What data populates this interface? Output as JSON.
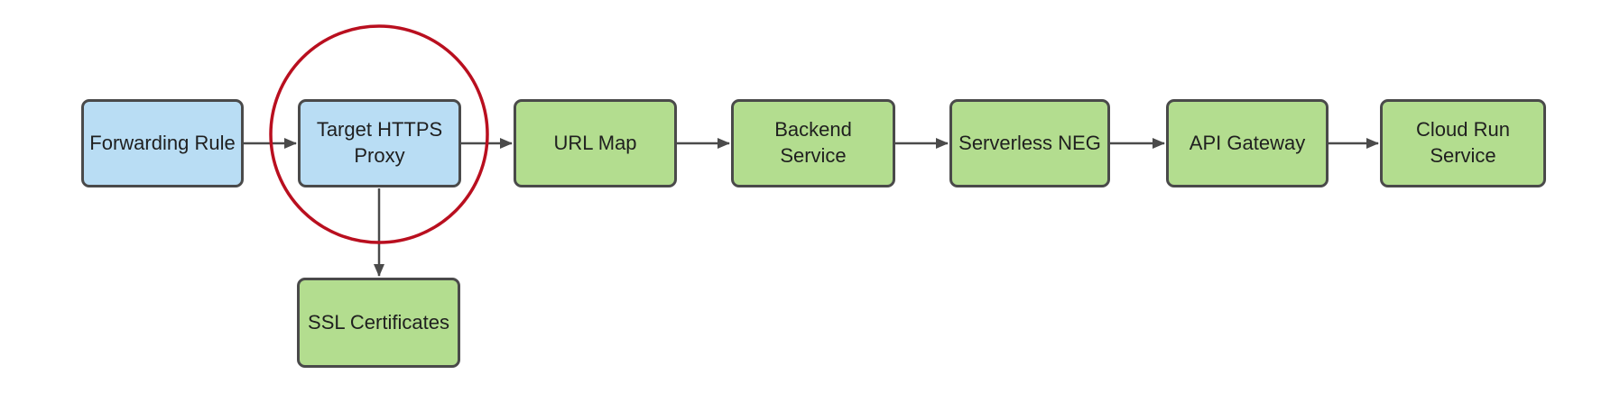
{
  "diagram": {
    "type": "flowchart",
    "background": "#ffffff",
    "colors": {
      "blue_fill": "#b9ddf4",
      "green_fill": "#b3dd8f",
      "stroke": "#4a4a4a",
      "line": "#4a4a4a",
      "highlight_ring": "#b90f1f",
      "text": "#1f1f1f"
    },
    "nodes": [
      {
        "id": "forwarding-rule",
        "label": "Forwarding Rule",
        "fill": "blue"
      },
      {
        "id": "target-https-proxy",
        "label": "Target HTTPS\nProxy",
        "fill": "blue",
        "highlighted": true
      },
      {
        "id": "url-map",
        "label": "URL Map",
        "fill": "green"
      },
      {
        "id": "backend-service",
        "label": "Backend Service",
        "fill": "green"
      },
      {
        "id": "serverless-neg",
        "label": "Serverless NEG",
        "fill": "green"
      },
      {
        "id": "api-gateway",
        "label": "API Gateway",
        "fill": "green"
      },
      {
        "id": "cloud-run-service",
        "label": "Cloud Run\nService",
        "fill": "green"
      },
      {
        "id": "ssl-certificates",
        "label": "SSL Certificates",
        "fill": "green"
      }
    ],
    "edges": [
      {
        "from": "forwarding-rule",
        "to": "target-https-proxy"
      },
      {
        "from": "target-https-proxy",
        "to": "url-map"
      },
      {
        "from": "url-map",
        "to": "backend-service"
      },
      {
        "from": "backend-service",
        "to": "serverless-neg"
      },
      {
        "from": "serverless-neg",
        "to": "api-gateway"
      },
      {
        "from": "api-gateway",
        "to": "cloud-run-service"
      },
      {
        "from": "target-https-proxy",
        "to": "ssl-certificates"
      }
    ],
    "annotations": [
      {
        "type": "circle",
        "around": "target-https-proxy",
        "color": "#b90f1f"
      }
    ]
  }
}
